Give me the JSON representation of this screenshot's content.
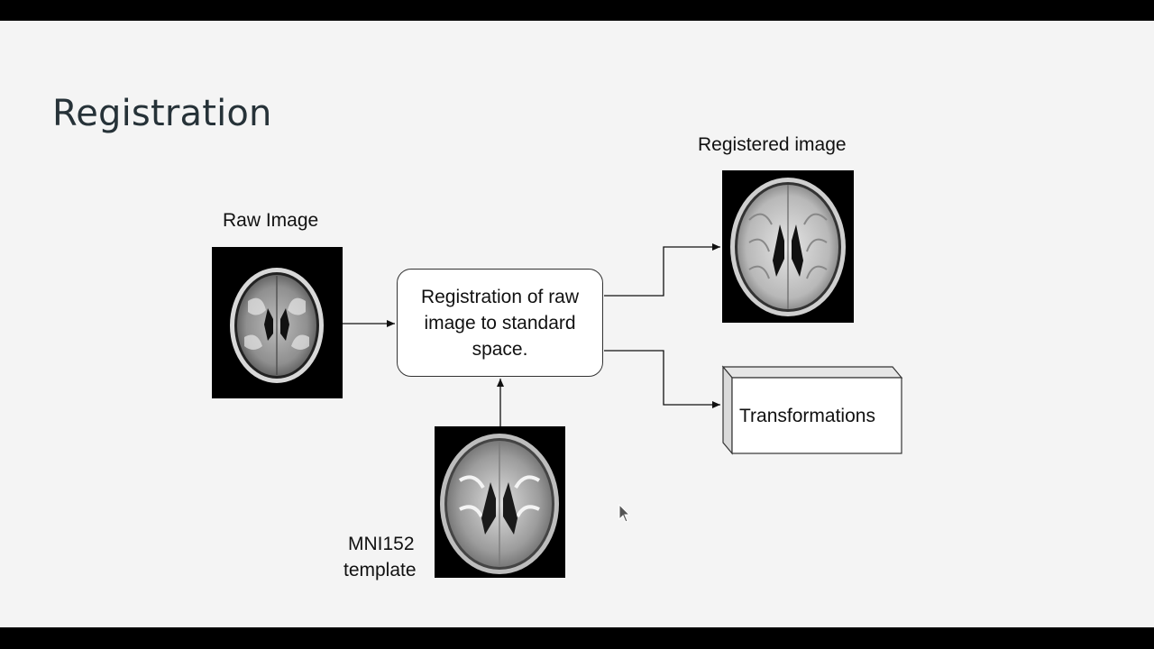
{
  "slide": {
    "title": "Registration"
  },
  "diagram": {
    "raw_label": "Raw Image",
    "registered_label": "Registered image",
    "template_label_line1": "MNI152",
    "template_label_line2": "template",
    "process_text": "Registration of raw image to standard space.",
    "output_text": "Transformations"
  },
  "icons": {
    "cursor": "mouse-pointer-icon"
  },
  "colors": {
    "slide_background": "#f4f4f4",
    "title": "#263238",
    "frame": "#000000"
  }
}
